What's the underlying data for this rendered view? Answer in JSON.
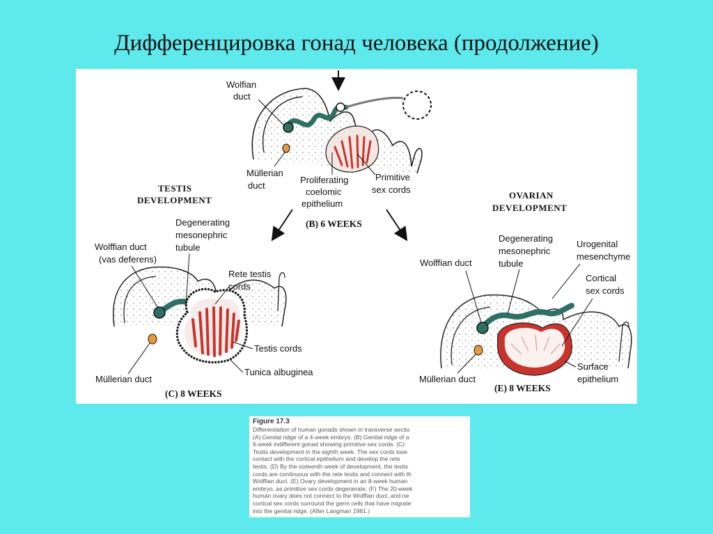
{
  "slide": {
    "title": "Дифференцировка гонад человека (продолжение)"
  },
  "panels": {
    "b": {
      "stage": "(B)  6 WEEKS",
      "wolffian_duct": [
        "Wolfian",
        "duct"
      ],
      "mullerian_duct": [
        "Müllerian",
        "duct"
      ],
      "proliferating": [
        "Proliferating",
        "coelomic",
        "epithelium"
      ],
      "primitive_cords": [
        "Primitive",
        "sex cords"
      ]
    },
    "testis": {
      "header": [
        "TESTIS",
        "DEVELOPMENT"
      ],
      "stage": "(C)  8 WEEKS",
      "degenerating": [
        "Degenerating",
        "mesonephric",
        "tubule"
      ],
      "wolffian_duct": [
        "Wolffian duct",
        "(vas deferens)"
      ],
      "rete_testis": [
        "Rete testis",
        "cords"
      ],
      "testis_cords": "Testis cords",
      "tunica": "Tunica albuginea",
      "mullerian_duct": "Müllerian duct"
    },
    "ovary": {
      "header": [
        "OVARIAN",
        "DEVELOPMENT"
      ],
      "stage": "(E)  8 WEEKS",
      "degenerating": [
        "Degenerating",
        "mesonephric",
        "tubule"
      ],
      "urogenital": [
        "Urogenital",
        "mesenchyme"
      ],
      "wolffian_duct": "Wolffian duct",
      "cortical_cords": [
        "Cortical",
        "sex cords"
      ],
      "surface": [
        "Surface",
        "epithelium"
      ],
      "mullerian_duct": "Müllerian duct"
    }
  },
  "caption": {
    "title": "Figure 17.3",
    "lines": [
      "Differentiation of human gonads shown in transverse sectio",
      "(A) Genital ridge of a 4-week embryo. (B) Genital ridge of a",
      "6-week indifferent gonad showing primitive sex cords. (C)",
      "Testis development in the eighth week. The sex cords lose",
      "contact with the cortical epithelium and develop the rete",
      "testis. (D) By the sixteenth week of development, the testis",
      "cords are continuous with the rete testis and connect with th",
      "Wolffian duct. (E) Ovary development in an 8-week human",
      "embryo, as primitive sex cords degenerate. (F) The 20-week",
      "human ovary does not connect to the Wolffian duct, and ne",
      "cortical sex cords surround the germ cells that have migrate",
      "into the genital ridge. (After Langman 1981.)"
    ]
  },
  "colors": {
    "background": "#5ee9ec",
    "panel": "#ffffff",
    "duct_green": "#2e6f66",
    "gonad_red": "#c8342c",
    "mullerian_orange": "#e69a3a"
  }
}
